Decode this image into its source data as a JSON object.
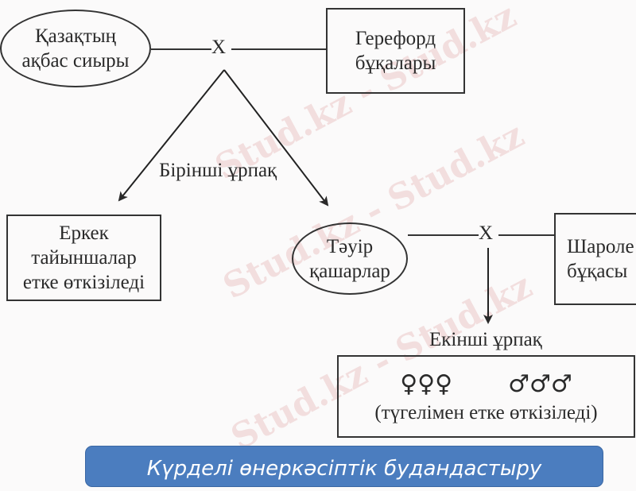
{
  "nodes": {
    "kazakh_cow": "Қазақтың ақбас сиыры",
    "hereford": "Герефорд бұқалары",
    "male_calves": "Еркек тайыншалар етке өткізіледі",
    "good_heifers": "Тәуір қашарлар",
    "charolais": "Шароле бұқасы"
  },
  "cross_symbol": "X",
  "first_generation": "Бірінші ұрпақ",
  "second_generation": {
    "label": "Екінші ұрпақ",
    "female_symbols": "♀♀♀",
    "male_symbols": "♂♂♂",
    "note": "(түгелімен етке өткізіледі)"
  },
  "banner": "Күрделі өнеркәсіптік будандастыру",
  "watermark": "Stud.kz",
  "colors": {
    "banner": "#4b7dbf",
    "watermark": "#dc9696"
  }
}
